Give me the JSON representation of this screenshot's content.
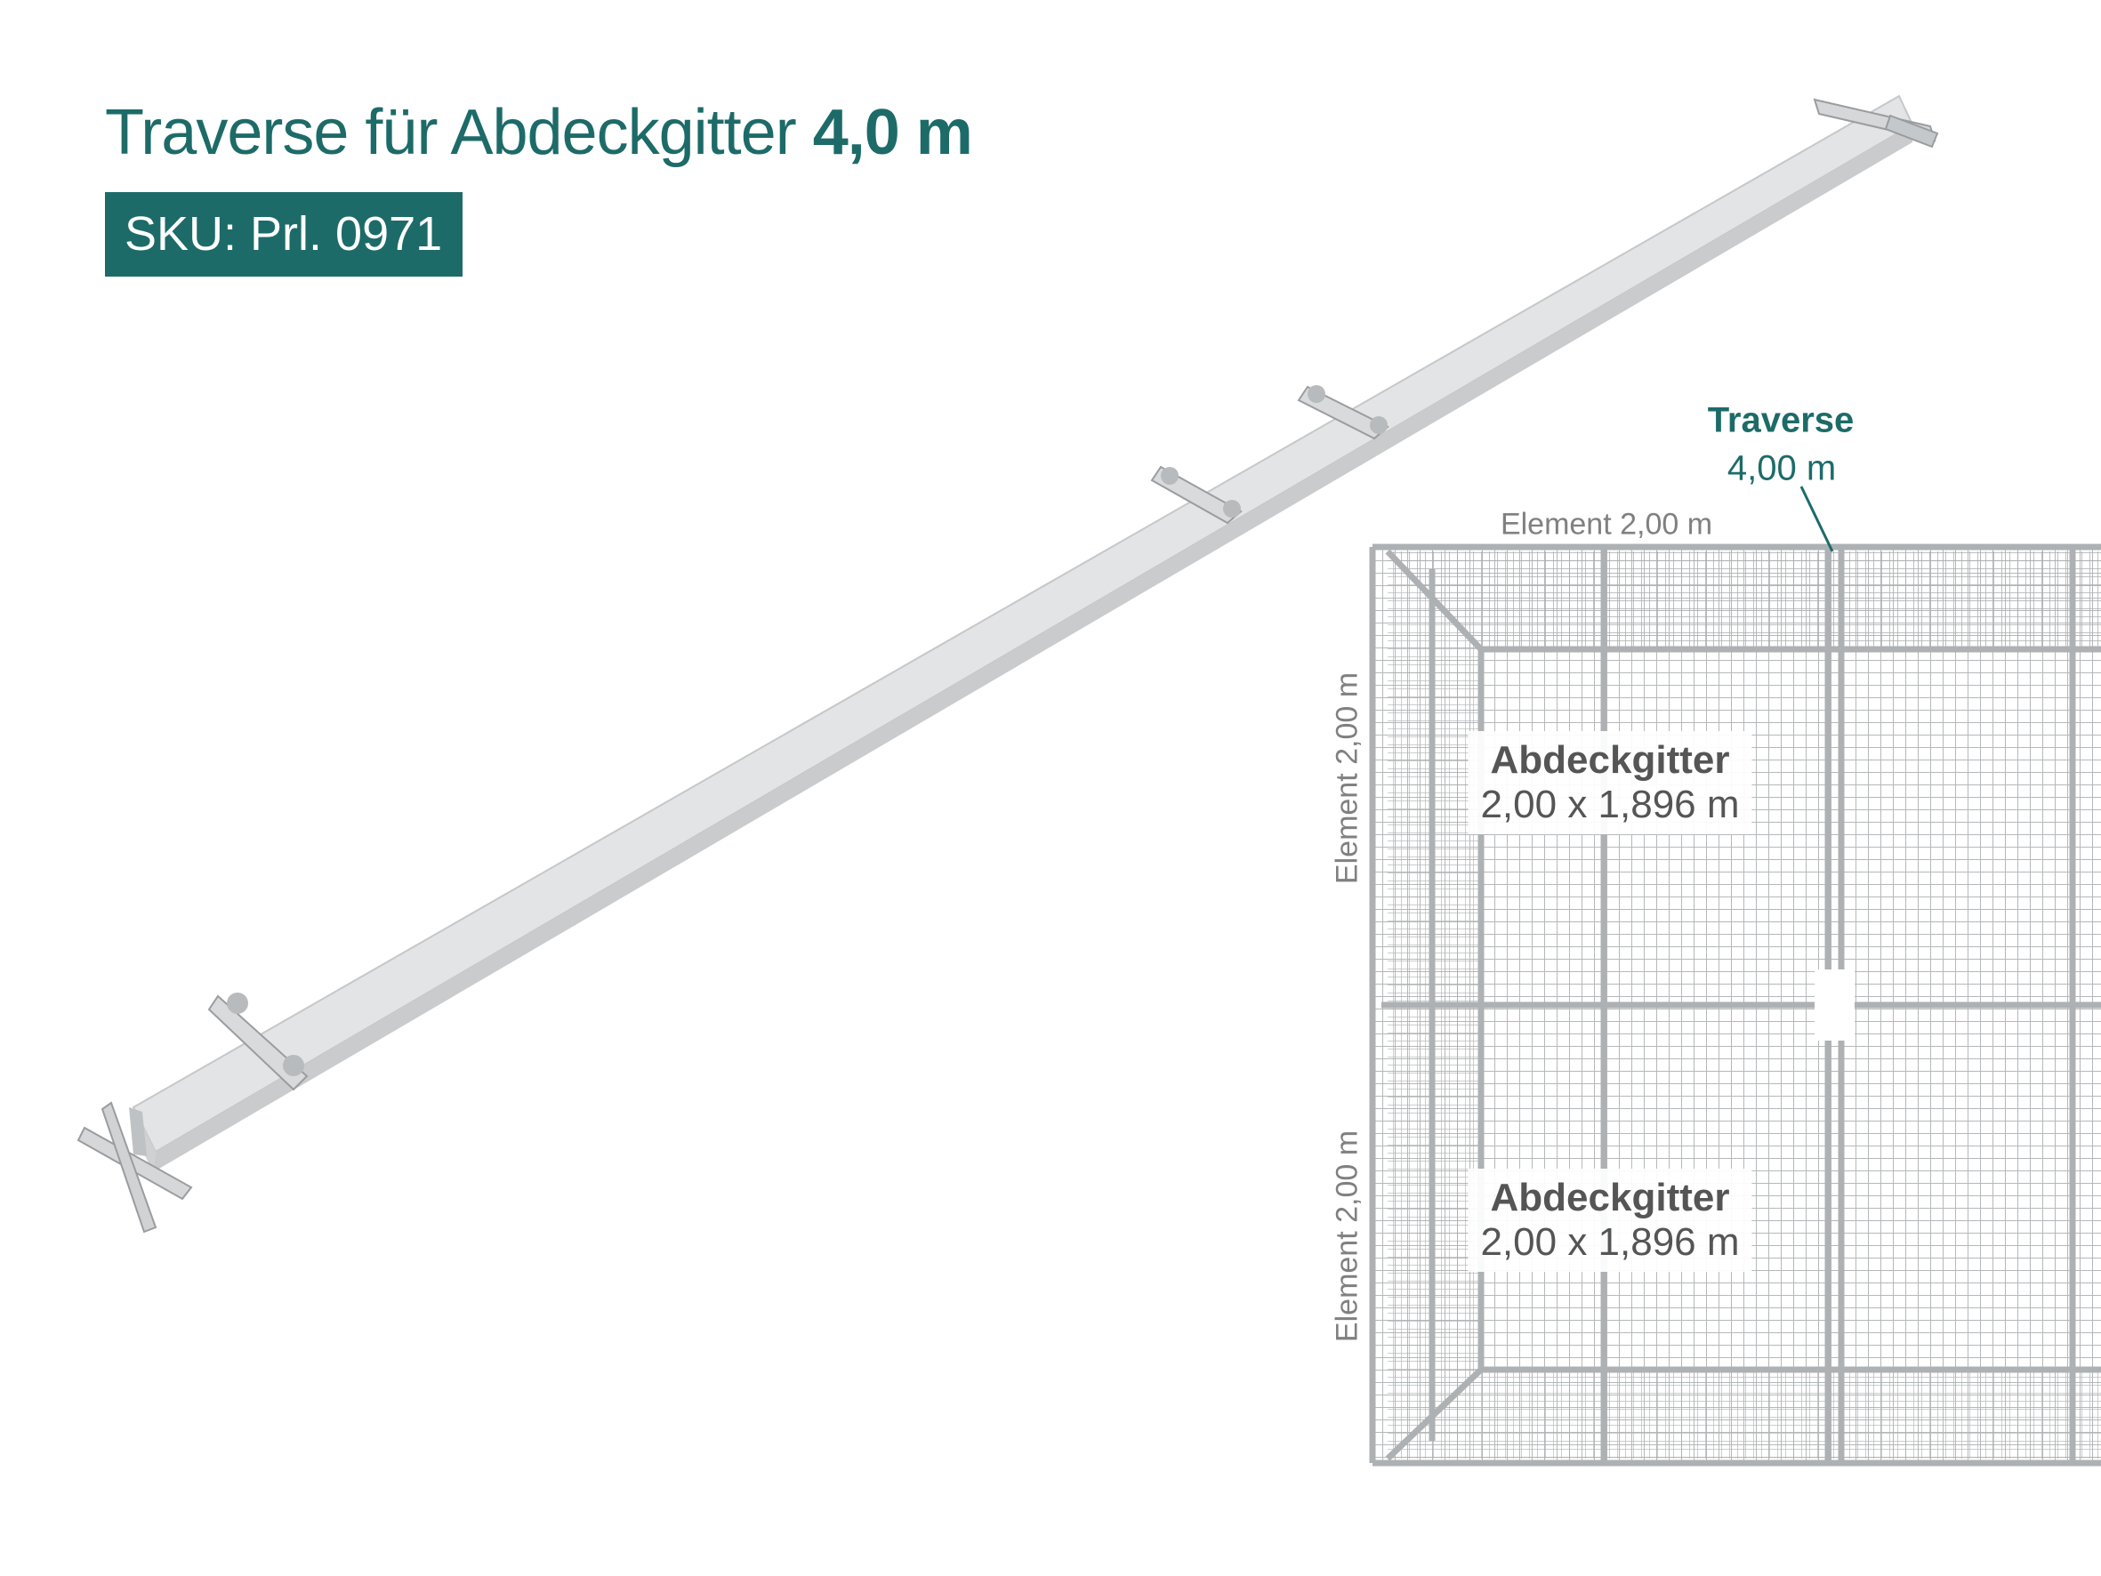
{
  "header": {
    "title_regular": "Traverse für Abdeckgitter",
    "title_bold": "4,0 m",
    "sku": "SKU: Prl. 0971"
  },
  "diagram": {
    "traverse_label": "Traverse",
    "traverse_length": "4,00 m",
    "element_top": "Element 2,00 m",
    "element_left_upper": "Element 2,00 m",
    "element_left_lower": "Element 2,00 m",
    "panels": [
      {
        "name": "Abdeckgitter",
        "size": "2,00 x 1,896 m"
      },
      {
        "name": "Abdeckgitter",
        "size": "2,00 x 1,896 m"
      }
    ]
  },
  "colors": {
    "brand": "#1d6b69",
    "label_gray": "#808080",
    "metal": "#c8cacc"
  }
}
